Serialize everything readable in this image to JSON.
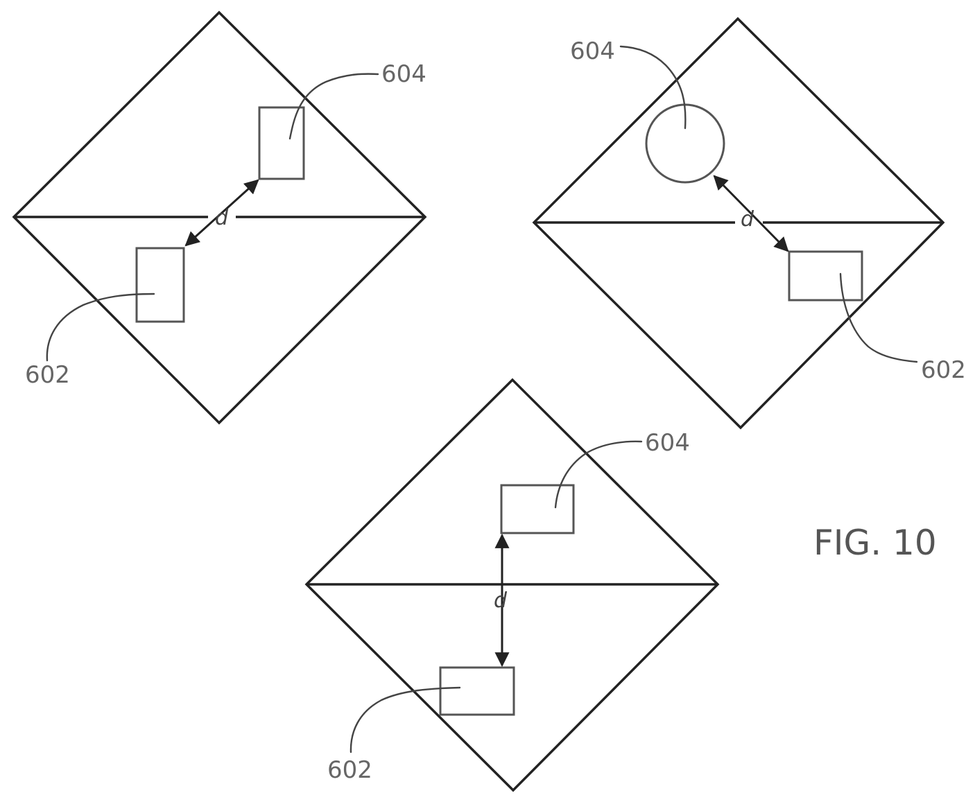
{
  "figure": {
    "title": "FIG. 10"
  },
  "panels": [
    {
      "id": "top-left",
      "label_upper": "604",
      "label_lower": "602",
      "distance_label": "d"
    },
    {
      "id": "top-right",
      "label_upper": "604",
      "label_lower": "602",
      "distance_label": "d"
    },
    {
      "id": "bottom",
      "label_upper": "604",
      "label_lower": "602",
      "distance_label": "d"
    }
  ]
}
